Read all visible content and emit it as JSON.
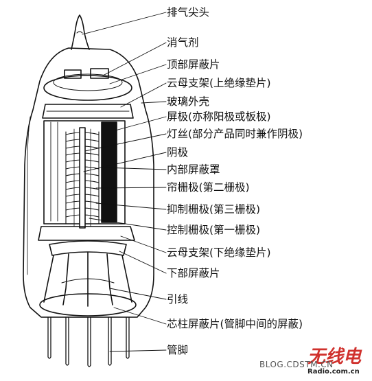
{
  "labels": [
    "排气尖头",
    "消气剂",
    "顶部屏蔽片",
    "云母支架(上绝缘垫片)",
    "玻璃外壳",
    "屏极(亦称阳极或板极)",
    "灯丝(部分产品同时兼作阴极)",
    "阴极",
    "内部屏蔽罩",
    "帘栅极(第二栅极)",
    "抑制栅极(第三栅极)",
    "控制栅极(第一栅极)",
    "云母支架(下绝缘垫片)",
    "下部屏蔽片",
    "引线",
    "芯柱屏蔽片(管脚中间的屏蔽)",
    "管脚"
  ],
  "watermark": {
    "blog": "BLOG.CDSTM.CN",
    "site": "Radio.com.cn",
    "logo_text": "无线电"
  },
  "colors": {
    "ink": "#111111",
    "logo_red": "#d0312d"
  }
}
